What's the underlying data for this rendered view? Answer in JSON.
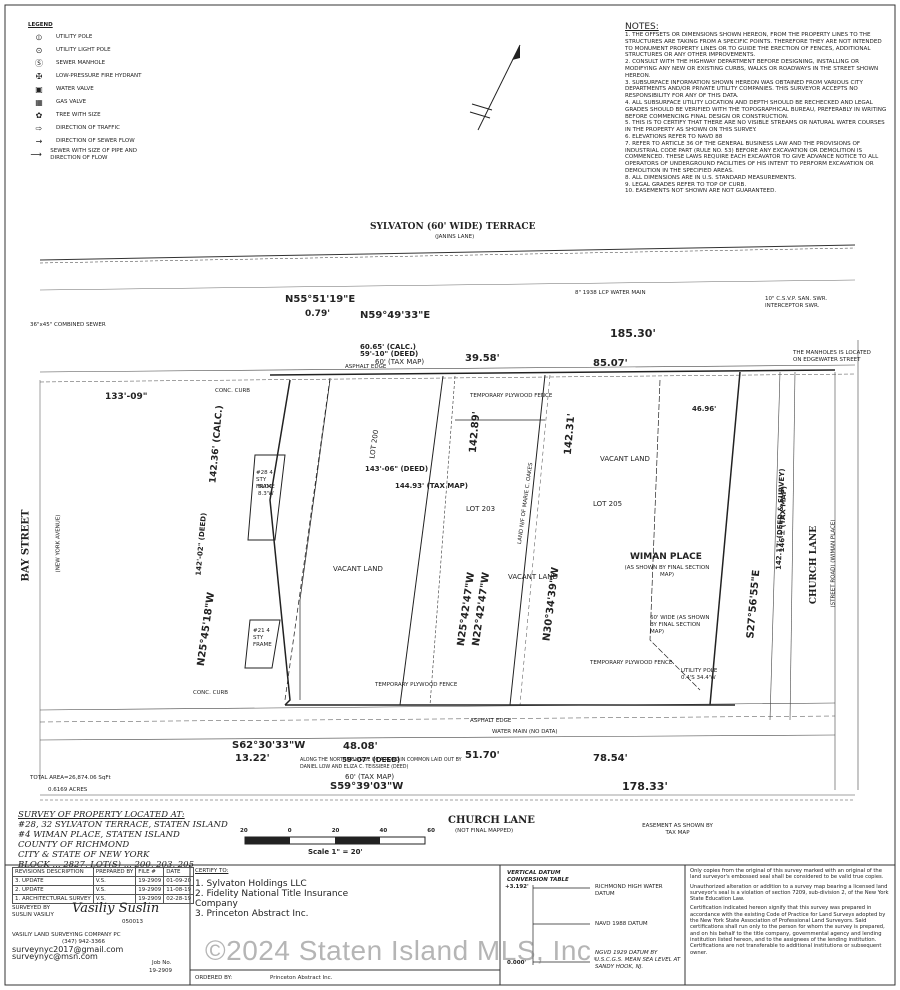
{
  "legend": {
    "title": "LEGEND",
    "items": [
      {
        "icon": "utility-pole-icon",
        "symbol": "⦶",
        "label": "UTILITY POLE"
      },
      {
        "icon": "utility-light-pole-icon",
        "symbol": "⊙",
        "label": "UTILITY LIGHT POLE"
      },
      {
        "icon": "sewer-manhole-icon",
        "symbol": "Ⓢ",
        "label": "SEWER MANHOLE"
      },
      {
        "icon": "fire-hydrant-icon",
        "symbol": "✠",
        "label": "LOW-PRESSURE FIRE HYDRANT"
      },
      {
        "icon": "water-valve-icon",
        "symbol": "▣",
        "label": "WATER VALVE"
      },
      {
        "icon": "gas-valve-icon",
        "symbol": "▦",
        "label": "GAS VALVE"
      },
      {
        "icon": "tree-icon",
        "symbol": "✿",
        "label": "TREE WITH SIZE"
      },
      {
        "icon": "traffic-arrow-icon",
        "symbol": "⇨",
        "label": "DIRECTION OF TRAFFIC"
      },
      {
        "icon": "sewer-flow-icon",
        "symbol": "→",
        "label": "DIRECTION OF SEWER FLOW"
      },
      {
        "icon": "sewer-pipe-icon",
        "symbol": "⟶",
        "label": "SEWER WITH SIZE OF PIPE AND DIRECTION OF FLOW"
      }
    ]
  },
  "notes": {
    "title": "NOTES:",
    "items": [
      "1. THE OFFSETS OR DIMENSIONS SHOWN HEREON, FROM THE PROPERTY LINES TO THE STRUCTURES ARE TAKING FROM A SPECIFIC POINTS. THEREFORE THEY ARE NOT INTENDED TO MONUMENT PROPERTY LINES OR TO GUIDE THE ERECTION OF FENCES, ADDITIONAL STRUCTURES OR ANY OTHER IMPROVEMENTS.",
      "2. CONSULT WITH THE HIGHWAY DEPARTMENT BEFORE DESIGNING, INSTALLING OR MODIFYING ANY NEW OR EXISTING CURBS, WALKS OR ROADWAYS IN THE STREET SHOWN HEREON.",
      "3. SUBSURFACE INFORMATION SHOWN HEREON WAS OBTAINED FROM VARIOUS CITY DEPARTMENTS AND/OR PRIVATE UTILITY COMPANIES. THIS SURVEYOR ACCEPTS NO RESPONSIBILITY FOR ANY OF THIS DATA.",
      "4. ALL SUBSURFACE UTILITY LOCATION AND DEPTH SHOULD BE RECHECKED AND LEGAL GRADES SHOULD BE VERIFIED WITH THE TOPOGRAPHICAL BUREAU, PREFERABLY IN WRITING BEFORE COMMENCING FINAL DESIGN OR CONSTRUCTION.",
      "5. THIS IS TO CERTIFY THAT THERE ARE NO VISIBLE STREAMS OR NATURAL WATER COURSES IN THE PROPERTY AS SHOWN ON THIS SURVEY.",
      "6. ELEVATIONS REFER TO NAVD 88",
      "7. REFER TO ARTICLE 36 OF THE GENERAL BUSINESS LAW AND THE PROVISIONS OF INDUSTRIAL CODE PART (RULE NO. 53) BEFORE ANY EXCAVATION OR DEMOLITION IS COMMENCED. THESE LAWS REQUIRE EACH EXCAVATOR TO GIVE ADVANCE NOTICE TO ALL OPERATORS OF UNDERGROUND FACILITIES OF HIS INTENT TO PERFORM EXCAVATION OR DEMOLITION IN THE SPECIFIED AREAS.",
      "8. ALL DIMENSIONS ARE IN U.S. STANDARD MEASUREMENTS.",
      "9. LEGAL GRADES REFER TO TOP OF CURB.",
      "10. EASEMENTS NOT SHOWN ARE NOT GUARANTEED."
    ]
  },
  "streets": {
    "sylvaton": "SYLVATON (60' WIDE) TERRACE",
    "sylvaton_sub": "(JANINS LANE)",
    "bay": "BAY STREET",
    "bay_sub": "(NEW YORK AVENUE)",
    "church_lane": "CHURCH LANE",
    "church_lane_sub": "(NOT FINAL MAPPED)",
    "church_lane_right": "CHURCH LANE",
    "church_lane_right_sub": "(STREET ROAD) (WIMAN PLACE)",
    "wiman": "WIMAN PLACE",
    "wiman_sub": "(AS SHOWN BY FINAL SECTION MAP)"
  },
  "plan_labels": {
    "bearing_top": "N55°51'19\"E",
    "bearing_top2": "N59°49'33\"E",
    "dist_079": "0.79'",
    "dist_6065": "60.65' (CALC.)",
    "dist_5910": "59'-10\" (DEED)",
    "dist_60tax": "60' (TAX MAP)",
    "dist_3958": "39.58'",
    "dist_18530": "185.30'",
    "dist_8507": "85.07'",
    "dist_14236": "142.36' (CALC.)",
    "dist_14202": "142'-02\" (DEED)",
    "dist_14289": "142.89'",
    "dist_14231": "142.31'",
    "dist_14317": "142.17' (DEED & SURVEY)",
    "dist_146": "146'± (TAX MAP)",
    "dist_13309": "133'-09\"",
    "dist_14306": "143'-06\" (DEED)",
    "dist_14493": "144.93' (TAX MAP)",
    "dist_4696": "46.96'",
    "bearing_left": "N25°45'18\"W",
    "bearing_mid": "N25°42'47\"W",
    "bearing_mid2": "N22°42'47\"W",
    "bearing_mid3": "N30°34'39\"W",
    "bearing_right": "S27°56'55\"E",
    "bearing_bot1": "S62°30'33\"W",
    "bearing_bot2": "S59°39'03\"W",
    "dist_1322": "13.22'",
    "dist_4808": "48.08'",
    "dist_5907": "59'-07\" (DEED)",
    "dist_60b": "60' (TAX MAP)",
    "dist_5170": "51.70'",
    "dist_7854": "78.54'",
    "dist_17833": "178.33'",
    "lot200": "LOT 200",
    "lot203": "LOT 203",
    "lot205": "LOT 205",
    "vacant1": "VACANT LAND",
    "vacant2": "VACANT LAND",
    "vacant3": "VACANT LAND",
    "house28": "#28 4 STY FRAME",
    "house21": "#21 4 STY FRAME",
    "bldg": "BLDG 8.3'W",
    "marie": "LAND N/F OF MARIE C. OAKES",
    "temp_fence1": "TEMPORARY PLYWOOD FENCE",
    "temp_fence2": "TEMPORARY PLYWOOD FENCE",
    "temp_fence3": "TEMPORARY PLYWOOD FENCE",
    "conc_curb1": "CONC. CURB",
    "conc_curb2": "CONC. CURB",
    "asphalt1": "ASPHALT EDGE",
    "asphalt2": "ASPHALT EDGE",
    "watermain": "WATER MAIN (NO DATA)",
    "manholes_note": "THE MANHOLES IS LOCATED ON EDGEWATER STREET",
    "easement": "EASEMENT AS SHOWN BY TAX MAP",
    "along_road": "ALONG THE NORTHERLY SIDE OF A ROAD IN COMMON LAID OUT BY DANIEL LOW AND ELIZA C. TEISSIERE (DEED)",
    "total_area": "TOTAL AREA=26,874.06 SqFt",
    "acres": "0.6169 ACRES",
    "combined_sewer": "36\"x45\" COMBINED SEWER",
    "water_main_top": "8\" 1938 LCP WATER MAIN",
    "intercept": "10\" C.S.V.P. SAN. SWR. INTERCEPTOR SWR.",
    "util_pole": "UTILITY POLE 0.4'S 34.4'W",
    "sixty_wide": "60' WIDE (AS SHOWN BY FINAL SECTION MAP)"
  },
  "survey_block": {
    "heading": "SURVEY OF PROPERTY LOCATED AT:",
    "line1": "#28, 32 SYLVATON TERRACE, STATEN ISLAND",
    "line2": "#4 WIMAN PLACE, STATEN ISLAND",
    "line3": "COUNTY OF RICHMOND",
    "line4": "CITY & STATE OF NEW YORK",
    "line5": "BLOCK ... 2827, LOT(S) ... 200, 203, 205"
  },
  "scale": {
    "ticks": [
      "20",
      "0",
      "20",
      "40",
      "60"
    ],
    "label": "Scale 1\" = 20'"
  },
  "revisions": {
    "headers": [
      "REVISIONS DESCRIPTION",
      "PREPARED BY",
      "FILE #",
      "DATE"
    ],
    "rows": [
      [
        "3. UPDATE",
        "V.S.",
        "19-2909",
        "01-09-20"
      ],
      [
        "2. UPDATE",
        "V.S.",
        "19-2909",
        "11-08-19"
      ],
      [
        "1. ARCHITECTURAL SURVEY",
        "V.S.",
        "19-2909",
        "02-28-19"
      ]
    ]
  },
  "surveyor": {
    "title": "SURVEYED BY",
    "name": "SUSLIN VASILIY",
    "signature": "Vasiliy Suslin",
    "license": "050013",
    "company": "VASILIY LAND SURVEYING COMPANY PC",
    "phone": "(347) 942-3366",
    "web": "surveynyc2017@gmail.com",
    "email": "surveynyc@msn.com",
    "job_label": "Job No.",
    "job_no": "19-2909"
  },
  "certify": {
    "title": "CERTIFY TO:",
    "items": [
      "1. Sylvaton Holdings LLC",
      "2. Fidelity National Title Insurance Company",
      "3. Princeton Abstract Inc."
    ],
    "ordered_label": "ORDERED BY:",
    "ordered_by": "Princeton Abstract Inc."
  },
  "datum": {
    "title": "VERTICAL DATUM CONVERSION TABLE",
    "top_val": "+3.192'",
    "top_label": "RICHMOND HIGH WATER DATUM",
    "mid_label": "NAVD 1988 DATUM",
    "bot_label": "NGVD 1929 DATUM BY U.S.C.G.S. MEAN SEA LEVEL AT SANDY HOOK, NJ.",
    "bot_val": "0.000'"
  },
  "legal": {
    "p1": "Only copies from the original of this survey marked with an original of the land surveyor's embossed seal shall be considered to be valid true copies.",
    "p2": "Unauthorized alteration or addition to a survey map bearing a licensed land surveyor's seal is a violation of section 7209, sub-division 2, of the New York State Education Law.",
    "p3": "Certification indicated hereon signify that this survey was prepared in accordance with the existing Code of Practice for Land Surveys adopted by the New York State Association of Professional Land Surveyors. Said certifications shall run only to the person for whom the survey is prepared, and on his behalf to the title company, governmental agency and lending institution listed hereon, and to the assignees of the lending institution. Certifications are not transferable to additional institutions or subsequent owner."
  },
  "watermark": "©2024 Staten Island MLS, Inc."
}
